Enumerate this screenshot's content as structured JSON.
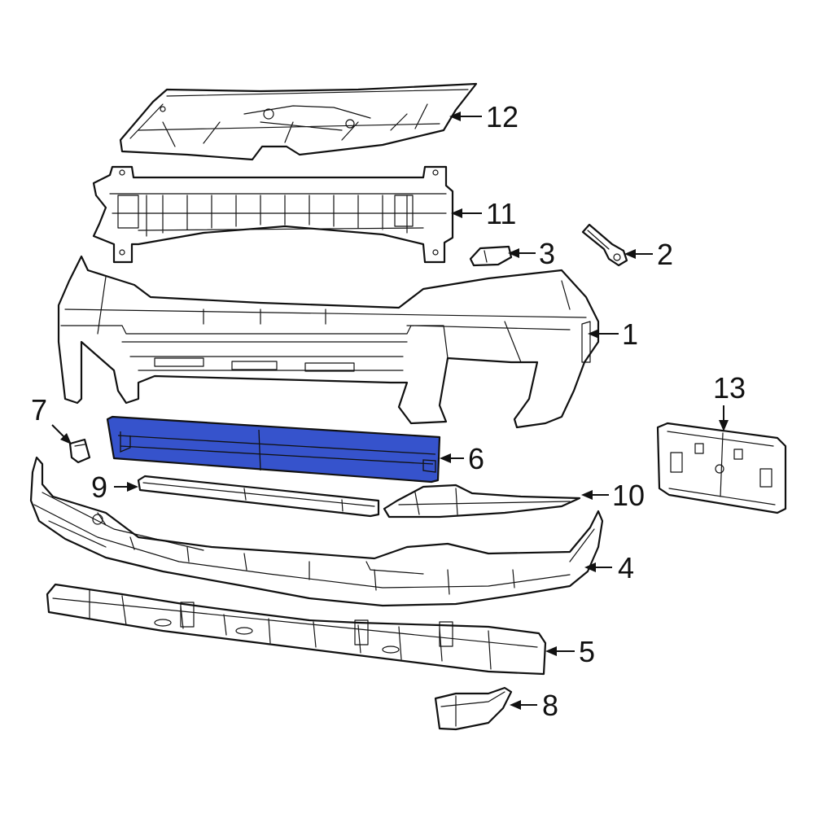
{
  "callouts": {
    "p1": "1",
    "p2": "2",
    "p3": "3",
    "p4": "4",
    "p5": "5",
    "p6": "6",
    "p7": "7",
    "p8": "8",
    "p9": "9",
    "p10": "10",
    "p11": "11",
    "p12": "12",
    "p13": "13"
  },
  "highlighted_part": "6",
  "colors": {
    "highlight": "#3653cc",
    "line": "#111111",
    "background": "#ffffff"
  }
}
